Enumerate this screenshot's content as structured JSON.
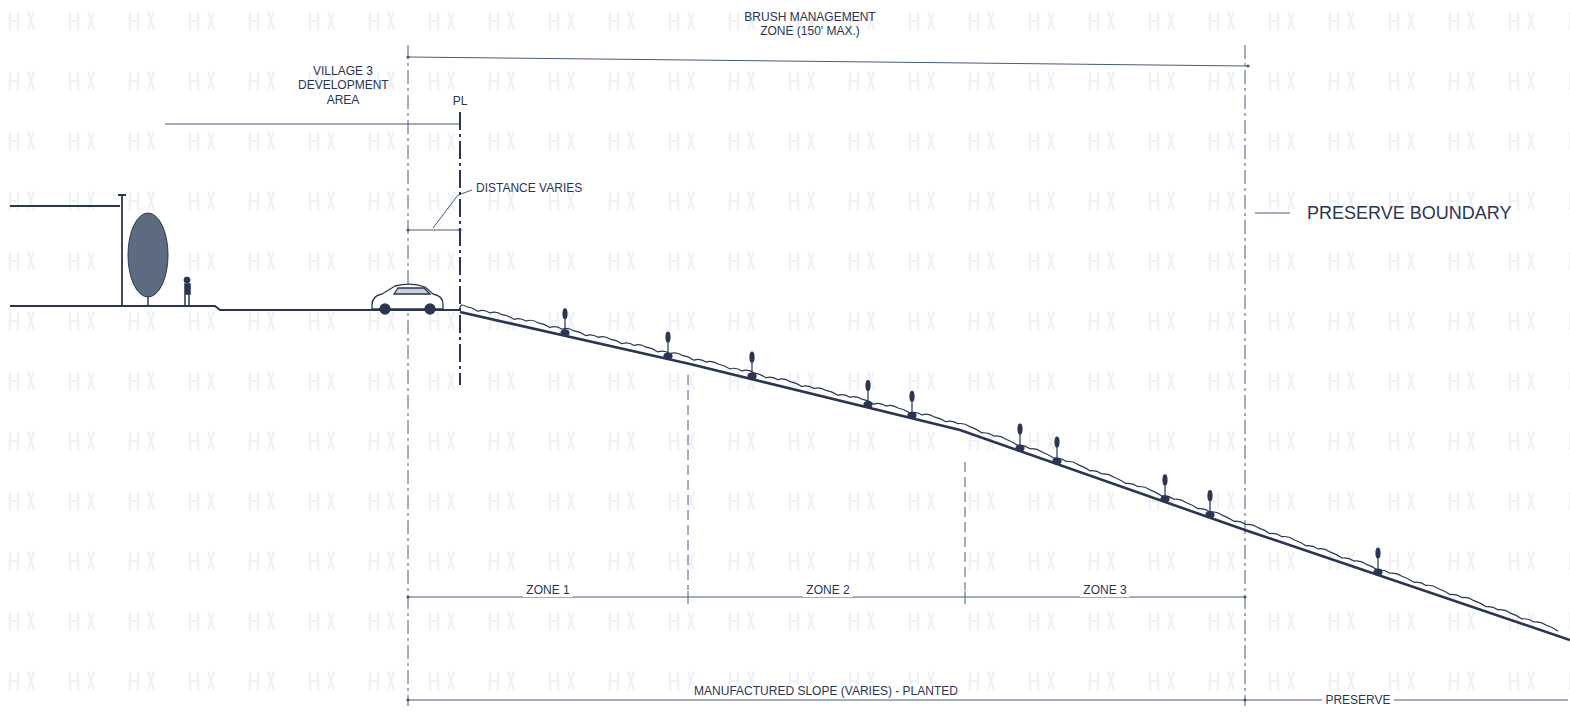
{
  "diagram": {
    "labels": [
      "BRUSH MANAGEMENT ZONE (150' MAX.)",
      "VILLAGE 3 DEVELOPMENT AREA",
      "PL",
      "DISTANCE VARIES",
      "PRESERVE BOUNDARY",
      "ZONE 1",
      "ZONE 2",
      "ZONE 3",
      "MANUFACTURED SLOPE (VARIES) - PLANTED",
      "PRESERVE"
    ]
  }
}
